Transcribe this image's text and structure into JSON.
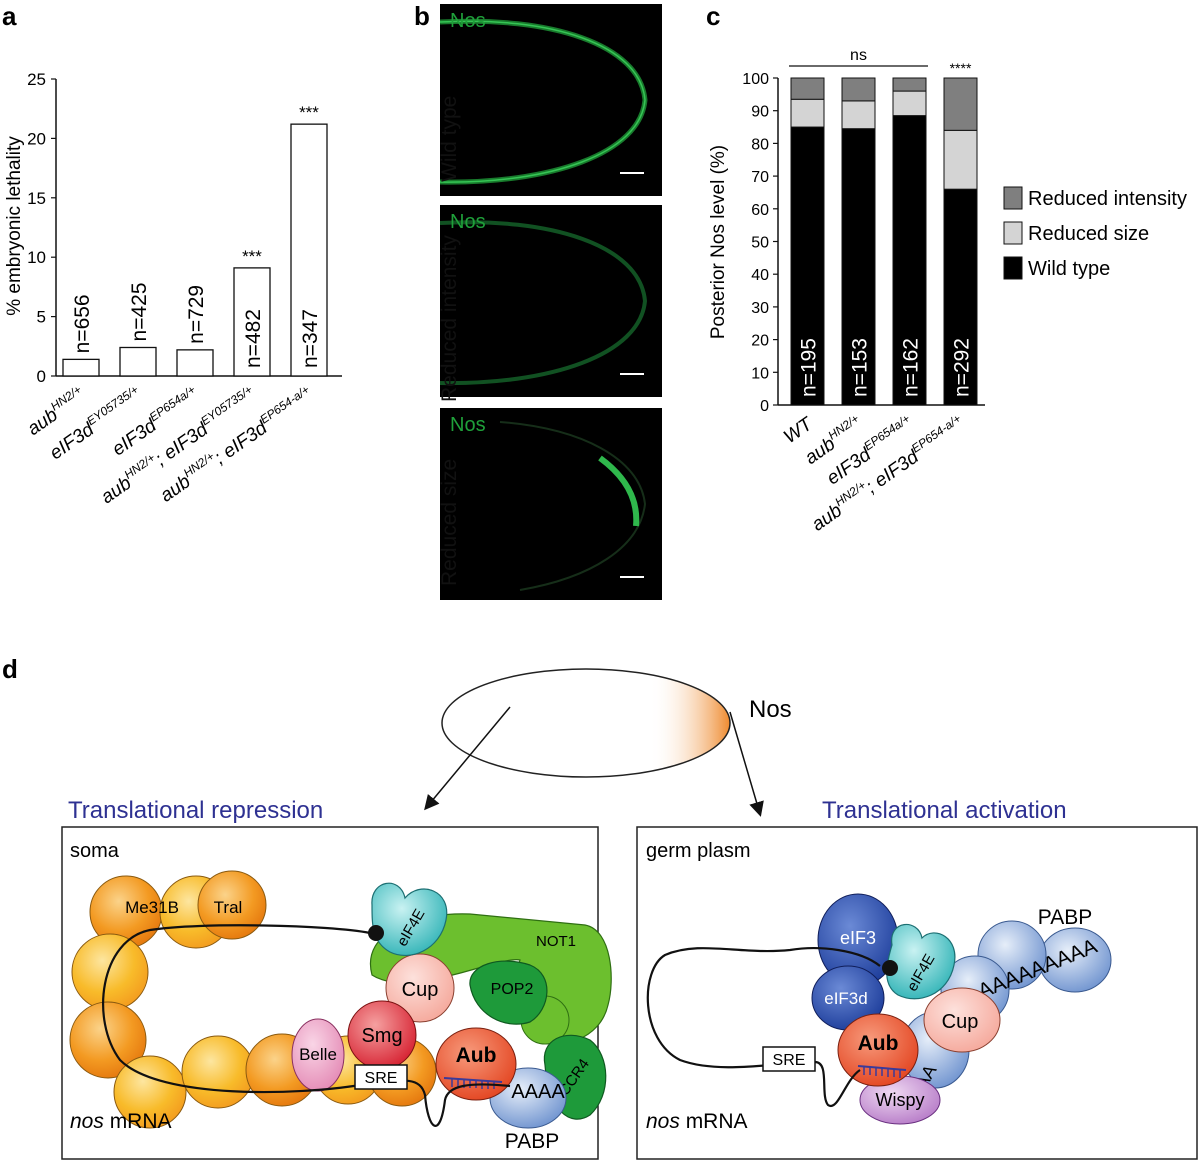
{
  "panels": {
    "a": "a",
    "b": "b",
    "c": "c",
    "d": "d"
  },
  "chart_data": [
    {
      "type": "bar",
      "ylabel": "% embryonic lethality",
      "ylim": [
        0,
        25
      ],
      "yticks": [
        0,
        5,
        10,
        15,
        20,
        25
      ],
      "categories": [
        {
          "base": "aub",
          "sup": "HN2/+"
        },
        {
          "base": "eIF3d",
          "sup": "EY05735/+"
        },
        {
          "base": "eIF3d",
          "sup": "EP654a/+"
        },
        {
          "base": "aub",
          "sup": "HN2/+",
          "mid": "; eIF3d",
          "sup2": "EY05735/+"
        },
        {
          "base": "aub",
          "sup": "HN2/+",
          "mid": "; eIF3d",
          "sup2": "EP654-a/+"
        }
      ],
      "values": [
        1.4,
        2.4,
        2.2,
        9.1,
        21.2
      ],
      "n_labels": [
        "n=656",
        "n=425",
        "n=729",
        "n=482",
        "n=347"
      ],
      "significance": [
        "",
        "",
        "",
        "***",
        "***"
      ]
    },
    {
      "type": "bar",
      "stacked": true,
      "ylabel": "Posterior Nos level (%)",
      "ylim": [
        0,
        100
      ],
      "yticks": [
        0,
        10,
        20,
        30,
        40,
        50,
        60,
        70,
        80,
        90,
        100
      ],
      "categories": [
        {
          "base": "WT"
        },
        {
          "base": "aub",
          "sup": "HN2/+"
        },
        {
          "base": "eIF3d",
          "sup": "EP654a/+"
        },
        {
          "base": "aub",
          "sup": "HN2/+",
          "mid": "; eIF3d",
          "sup2": "EP654-a/+"
        }
      ],
      "series": [
        {
          "name": "Wild type",
          "color": "#000000",
          "values": [
            85,
            84.5,
            88.5,
            66
          ]
        },
        {
          "name": "Reduced size",
          "color": "#d4d4d4",
          "values": [
            8.5,
            8.5,
            7.5,
            18
          ]
        },
        {
          "name": "Reduced intensity",
          "color": "#7f7f7f",
          "values": [
            6.5,
            7,
            4,
            16
          ]
        }
      ],
      "legend_order": [
        "Reduced intensity",
        "Reduced size",
        "Wild type"
      ],
      "legend_position": "right",
      "n_labels": [
        "n=195",
        "n=153",
        "n=162",
        "n=292"
      ],
      "bracket_label": "ns",
      "significance": [
        "",
        "",
        "",
        "****"
      ]
    }
  ],
  "panel_b": {
    "channel": "Nos",
    "rows": [
      "Wild type",
      "Reduced intensity",
      "Reduced size"
    ]
  },
  "panel_d": {
    "embryo_label": "Nos",
    "left": {
      "title": "Translational repression",
      "context": "soma",
      "mrna_italic": "nos",
      "mrna_rest": " mRNA",
      "proteins": {
        "me31b": "Me31B",
        "tral": "Tral",
        "eif4e": "eIF4E",
        "cup": "Cup",
        "not1": "NOT1",
        "pop2": "POP2",
        "smg": "Smg",
        "belle": "Belle",
        "sre": "SRE",
        "aub": "Aub",
        "ccr4": "CCR4",
        "polya": "AAAA",
        "pabp": "PABP"
      }
    },
    "right": {
      "title": "Translational activation",
      "context": "germ plasm",
      "mrna_italic": "nos",
      "mrna_rest": " mRNA",
      "proteins": {
        "eif3": "eIF3",
        "eif3d": "eIF3d",
        "eif4e": "eIF4E",
        "cup": "Cup",
        "pabp": "PABP",
        "polya": "AAAAAAAAA",
        "sre": "SRE",
        "aub": "Aub",
        "wispy": "Wispy",
        "polya_short": "AAA"
      }
    }
  },
  "colors": {
    "title_blue": "#2e3192",
    "nos_green": "#1fa03a",
    "embryo_orange": "#f0892a"
  }
}
